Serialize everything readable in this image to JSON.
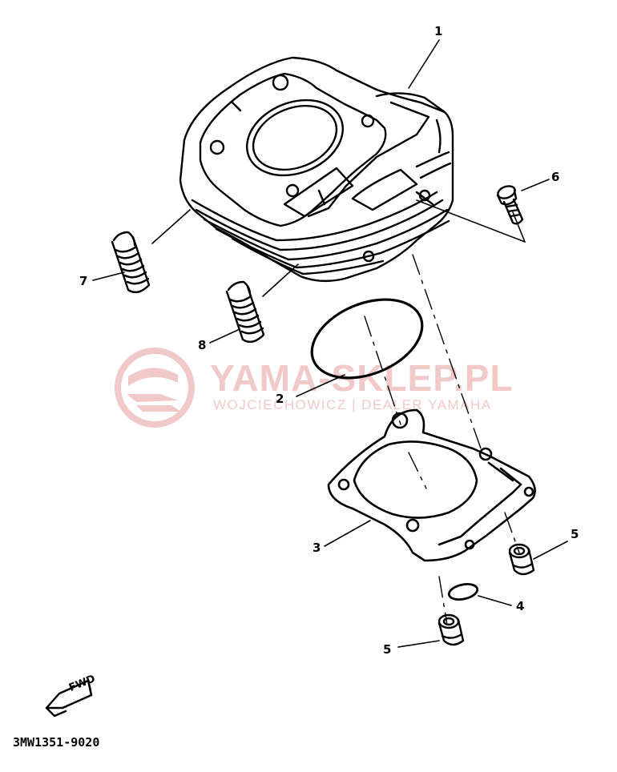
{
  "diagram": {
    "callouts": [
      "1",
      "2",
      "3",
      "4",
      "5",
      "5",
      "6",
      "7",
      "8"
    ],
    "direction_label": "FWD",
    "part_number": "3MW1351-9020",
    "colors": {
      "line": "#000000",
      "watermark": "#f1c9c9",
      "background": "#ffffff"
    }
  },
  "watermark": {
    "title": "YAMA-SKLEP.PL",
    "subtitle": "WOJCIECHOWICZ | DEALER YAMAHA",
    "logo_icon": "yamaha-circle-logo-icon"
  }
}
